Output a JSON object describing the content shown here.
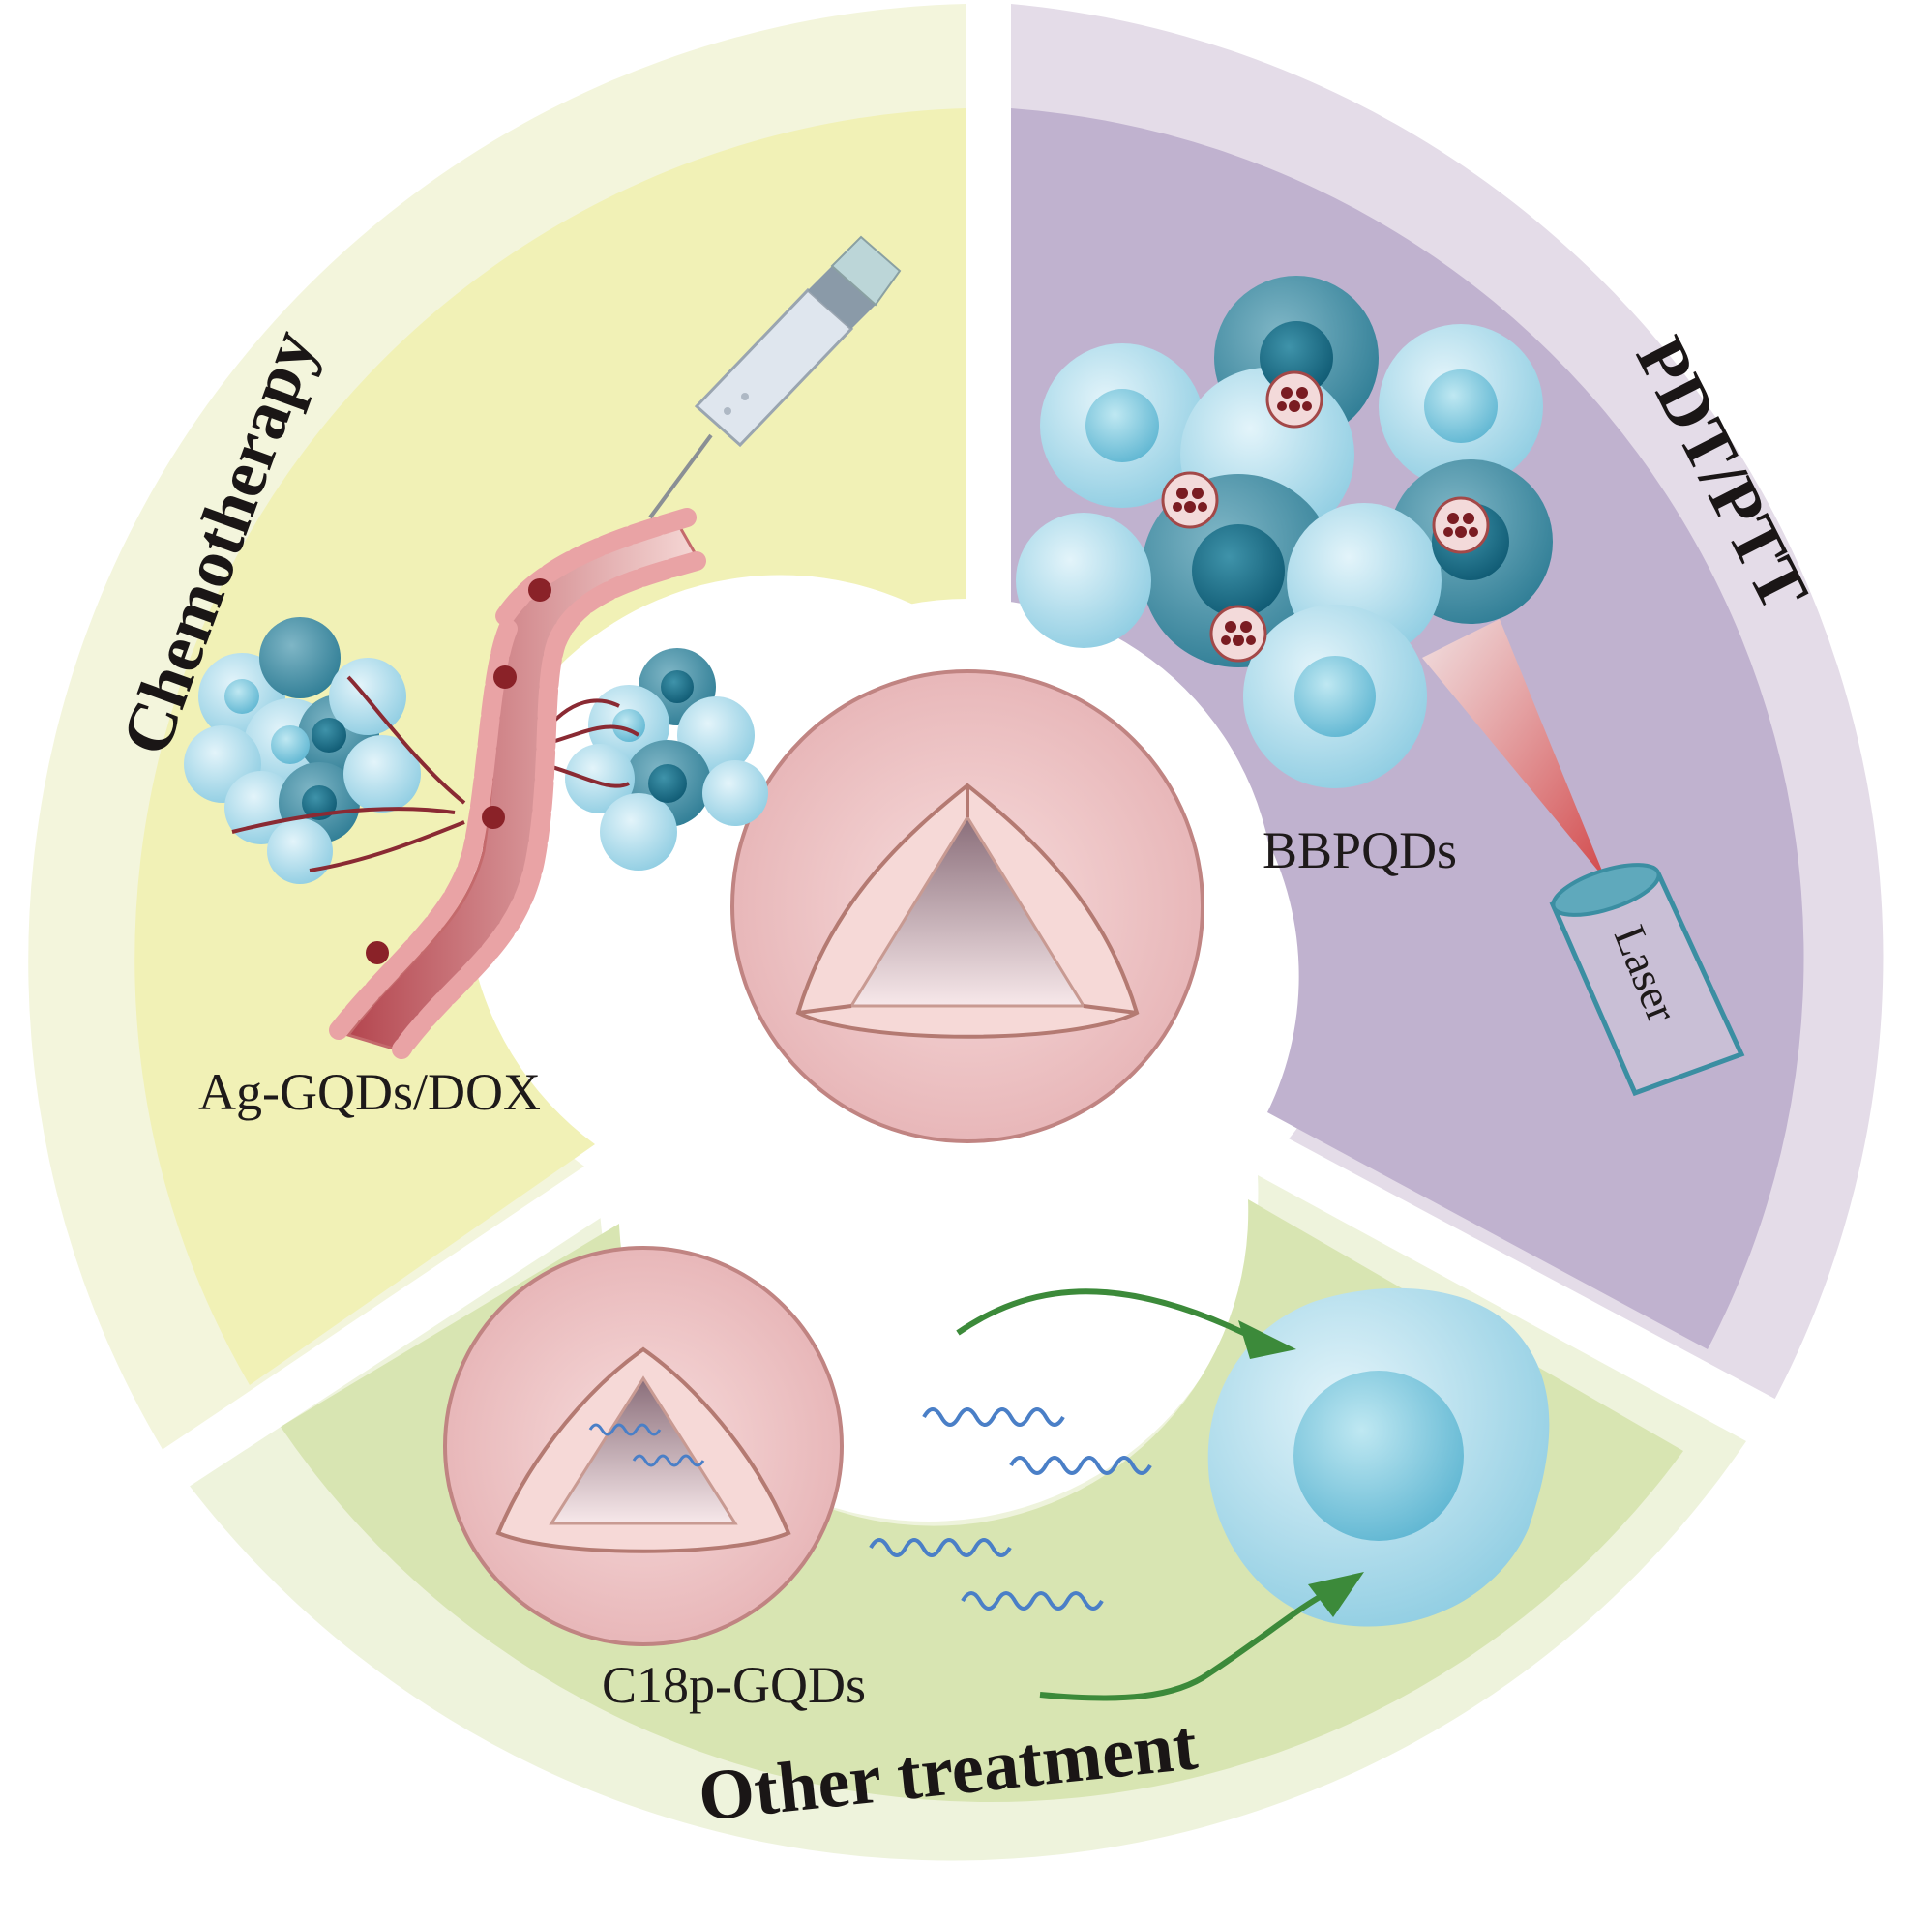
{
  "sections": {
    "chemotherapy": {
      "title": "Chemotherapy",
      "label": "Ag-GQDs/DOX",
      "color_outer": "#f3f5dc",
      "color_inner": "#f1f1b6"
    },
    "pdt_ptt": {
      "title": "PDT/PTT",
      "label": "BBPQDs",
      "device_label": "Laser",
      "color_outer": "#e4dce8",
      "color_inner": "#c0b2cf"
    },
    "other": {
      "title": "Other treatment",
      "label": "C18p-GQDs",
      "color_outer": "#eef3dc",
      "color_inner": "#d8e5b2"
    }
  },
  "center": {
    "color": "#efc7c8"
  }
}
